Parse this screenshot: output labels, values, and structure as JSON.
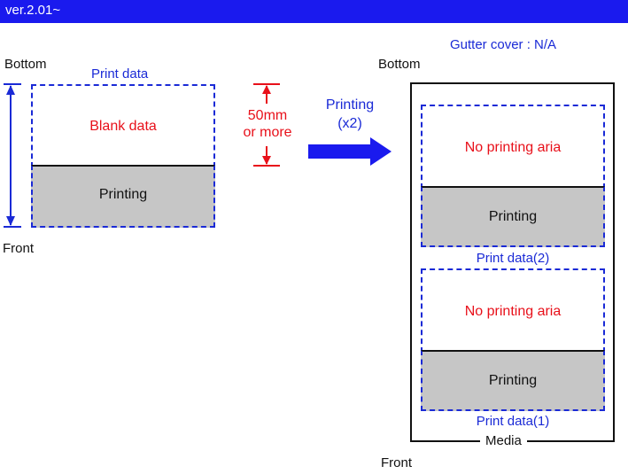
{
  "header": {
    "version": "ver.2.01~"
  },
  "left_diagram": {
    "bottom_label": "Bottom",
    "front_label": "Front",
    "print_data_label": "Print data",
    "blank_label": "Blank data",
    "printing_label": "Printing",
    "gap_label_line1": "50mm",
    "gap_label_line2": "or more"
  },
  "transition": {
    "label_line1": "Printing",
    "label_line2": "(x2)"
  },
  "right_diagram": {
    "gutter_cover": "Gutter cover : N/A",
    "bottom_label": "Bottom",
    "front_label": "Front",
    "media_label": "Media",
    "top_block": {
      "no_print_label": "No printing aria",
      "printing_label": "Printing",
      "data_label": "Print data(2)"
    },
    "bottom_block": {
      "no_print_label": "No printing aria",
      "printing_label": "Printing",
      "data_label": "Print data(1)"
    }
  },
  "colors": {
    "header_bg": "#1a1aee",
    "blue_text": "#1a2ad6",
    "red_text": "#e8101a",
    "gray_fill": "#c6c6c6"
  }
}
